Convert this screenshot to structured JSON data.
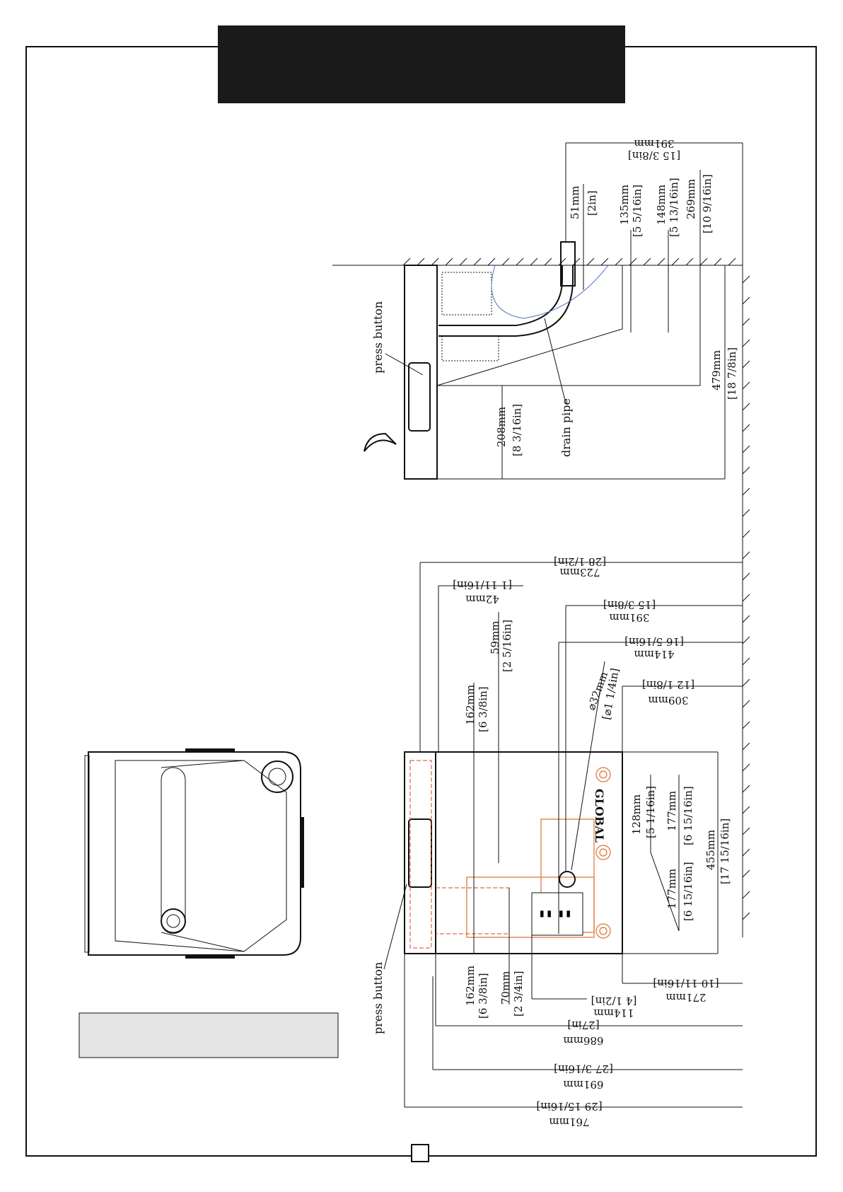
{
  "labels": {
    "press_button_side": "press button",
    "drain_pipe": "drain pipe",
    "press_button_front": "press button"
  },
  "side_view_dims": {
    "d391": {
      "mm": "391mm",
      "in": "[15 3/8in]"
    },
    "d51": {
      "mm": "51mm",
      "in": "[2in]"
    },
    "d135": {
      "mm": "135mm",
      "in": "[5 5/16in]"
    },
    "d148": {
      "mm": "148mm",
      "in": "[5 13/16in]"
    },
    "d269": {
      "mm": "269mm",
      "in": "[10 9/16in]"
    },
    "d479": {
      "mm": "479mm",
      "in": "[18 7/8in]"
    },
    "d208": {
      "mm": "208mm",
      "in": "[8 3/16in]"
    }
  },
  "front_view_dims": {
    "d723": {
      "mm": "723mm",
      "in": "[28 1/2in]"
    },
    "d42": {
      "mm": "42mm",
      "in": "[1 11/16in]"
    },
    "d391": {
      "mm": "391mm",
      "in": "[15 3/8in]"
    },
    "d59": {
      "mm": "59mm",
      "in": "[2 5/16in]"
    },
    "d414": {
      "mm": "414mm",
      "in": "[16 5/16in]"
    },
    "d32": {
      "mm": "⌀32mm",
      "in": "[⌀1 1/4in]"
    },
    "d309": {
      "mm": "309mm",
      "in": "[12 1/8in]"
    },
    "d162a": {
      "mm": "162mm",
      "in": "[6 3/8in]"
    },
    "d128": {
      "mm": "128mm",
      "in": "[5 1/16in]"
    },
    "d177a": {
      "mm": "177mm",
      "in": "[6 15/16in]"
    },
    "d455": {
      "mm": "455mm",
      "in": "[17 15/16in]"
    },
    "d177b": {
      "mm": "177mm",
      "in": "[6 15/16in]"
    },
    "d271": {
      "mm": "271mm",
      "in": "[10 11/16in]"
    },
    "d114": {
      "mm": "114mm",
      "in": "[4 1/2in]"
    },
    "d162b": {
      "mm": "162mm",
      "in": "[6 3/8in]"
    },
    "d70": {
      "mm": "70mm",
      "in": "[2 3/4in]"
    },
    "d686": {
      "mm": "686mm",
      "in": "[27in]"
    },
    "d691": {
      "mm": "691mm",
      "in": "[27 3/16in]"
    },
    "d761": {
      "mm": "761mm",
      "in": "[29 15/16in]"
    }
  },
  "logo_text": "GLOBAL",
  "colors": {
    "header": "#1a1a1a",
    "note_box": "#e4e4e4",
    "hidden_lines": "#d04a2a",
    "outlet": "#e07030",
    "bubbler_outline": "#5570c0"
  }
}
